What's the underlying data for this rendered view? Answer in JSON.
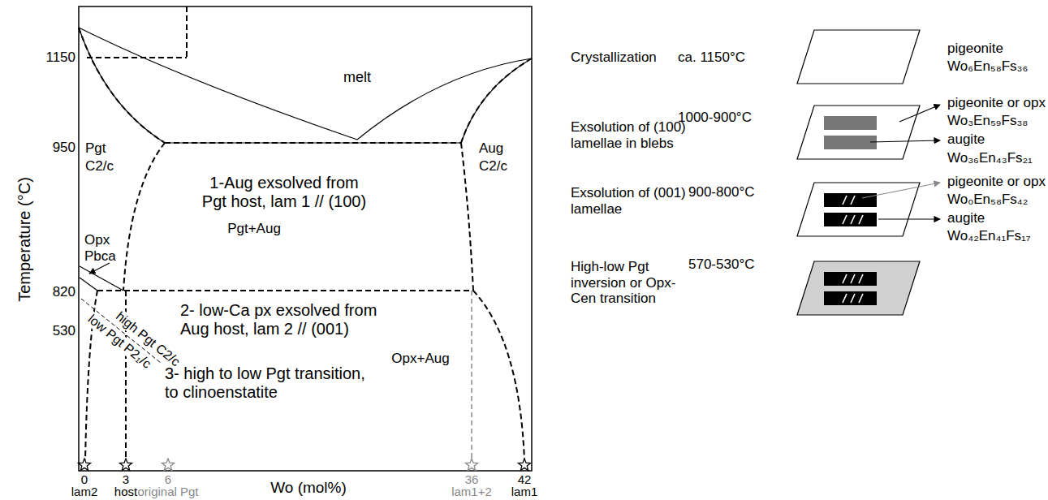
{
  "diagram": {
    "labels": [
      "1150",
      "950",
      "820",
      "530",
      "Temperature (°C)",
      "melt",
      "Pgt",
      "C2/c",
      "Aug",
      "C2/c",
      "1-Aug exsolved from Pgt host, lam 1 // (100)",
      "Pgt+Aug",
      "Opx",
      "Pbca",
      "2- low-Ca px exsolved from Aug host, lam 2 // (001)",
      "high Pgt C2/c",
      "low Pgt P2₁/c",
      "Opx+Aug",
      "3- high to low Pgt transition, to clinoenstatite",
      "0",
      "lam2",
      "3",
      "host",
      "6",
      "original Pgt",
      "Wo (mol%)",
      "36",
      "lam1+2",
      "42",
      "lam1",
      "Crystallization",
      "ca. 1150°C",
      "pigeonite",
      "Wo₆En₅₈Fs₃₆",
      "Exsolution of (100) lamellae in blebs",
      "1000-900°C",
      "pigeonite or opx",
      "Wo₃En₅₉Fs₃₈",
      "augite",
      "Wo₃₆En₄₃Fs₂₁",
      "Exsolution of (001) lamellae",
      "900-800°C",
      "pigeonite or opx",
      "Wo₀En₅₈Fs₄₂",
      "augite",
      "Wo₄₂En₄₁Fs₁₇",
      "High-low Pgt inversion or Opx-Cen transition",
      "570-530°C"
    ]
  }
}
